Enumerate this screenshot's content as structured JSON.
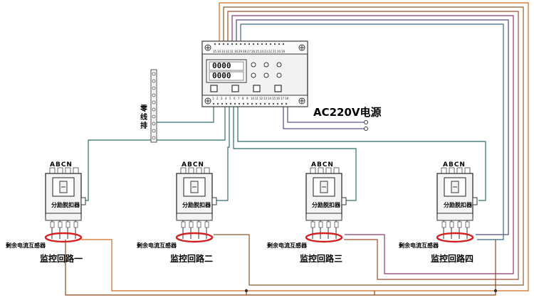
{
  "power_label": "AC220V电源",
  "zero_bus_label": "零线排",
  "module": {
    "display_top": "0000",
    "display_bottom": "0000",
    "top_terminals": [
      "35",
      "34",
      "33",
      "32",
      "31",
      "30",
      "29",
      "28",
      "27",
      "26",
      "25",
      "24",
      "23",
      "22",
      "21",
      "20",
      "19"
    ],
    "bottom_terminals": [
      "1",
      "2",
      "3",
      "4",
      "5",
      "6",
      "7",
      "8",
      "9",
      "10",
      "11",
      "12",
      "13",
      "14",
      "15",
      "16",
      "17",
      "18"
    ]
  },
  "circuits": [
    {
      "phase_label": "ABCN",
      "breaker_label": "分励脱扣器",
      "ct_label": "剩余电流互感器",
      "circuit_label": "监控回路一"
    },
    {
      "phase_label": "ABCN",
      "breaker_label": "分励脱扣器",
      "ct_label": "剩余电流互感器",
      "circuit_label": "监控回路二"
    },
    {
      "phase_label": "ABCN",
      "breaker_label": "分励脱扣器",
      "ct_label": "剩余电流互感器",
      "circuit_label": "监控回路三"
    },
    {
      "phase_label": "ABCN",
      "breaker_label": "分励脱扣器",
      "ct_label": "剩余电流互感器",
      "circuit_label": "监控回路四"
    }
  ],
  "colors": {
    "wire_green": "#2f6f6a",
    "wire_brown": "#a0522d",
    "wire_orange": "#d2691e",
    "wire_purple": "#8a3a73",
    "wire_blue": "#4a4a8a",
    "ct_ring": "#d42020"
  }
}
